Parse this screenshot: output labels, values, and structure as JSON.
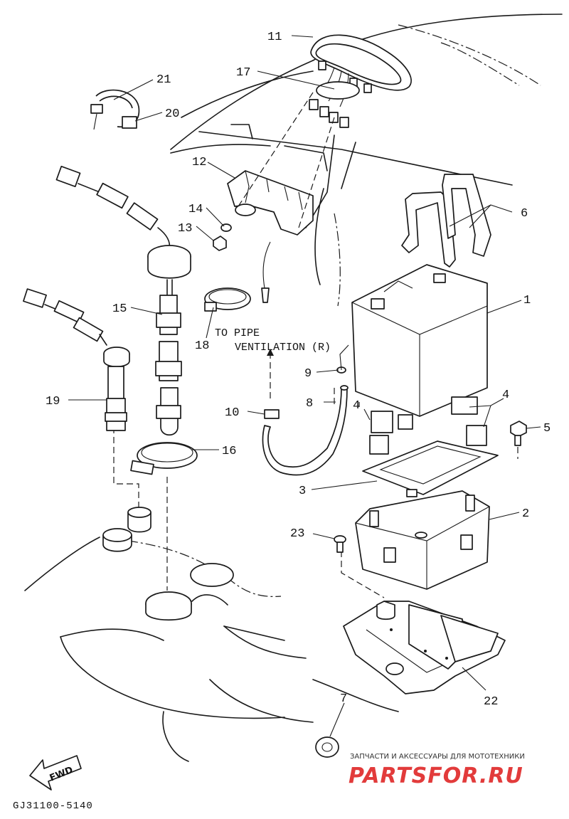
{
  "diagram": {
    "callouts": {
      "p1": "1",
      "p2": "2",
      "p3": "3",
      "p4a": "4",
      "p4b": "4",
      "p5": "5",
      "p6": "6",
      "p7": "7",
      "p8": "8",
      "p9": "9",
      "p10": "10",
      "p11": "11",
      "p12": "12",
      "p13": "13",
      "p14": "14",
      "p15": "15",
      "p16": "16",
      "p17": "17",
      "p18": "18",
      "p19": "19",
      "p20": "20",
      "p21": "21",
      "p22": "22",
      "p23": "23"
    },
    "note_line1": "TO PIPE",
    "note_line2": "VENTILATION (R)",
    "fwd_label": "FWD",
    "diagram_code": "GJ31100-5140"
  },
  "watermark": {
    "tagline": "ЗАПЧАСТИ И АКСЕССУАРЫ ДЛЯ МОТОТЕХНИКИ",
    "brand": "PARTSFOR.RU",
    "color": "#e23b3b"
  }
}
